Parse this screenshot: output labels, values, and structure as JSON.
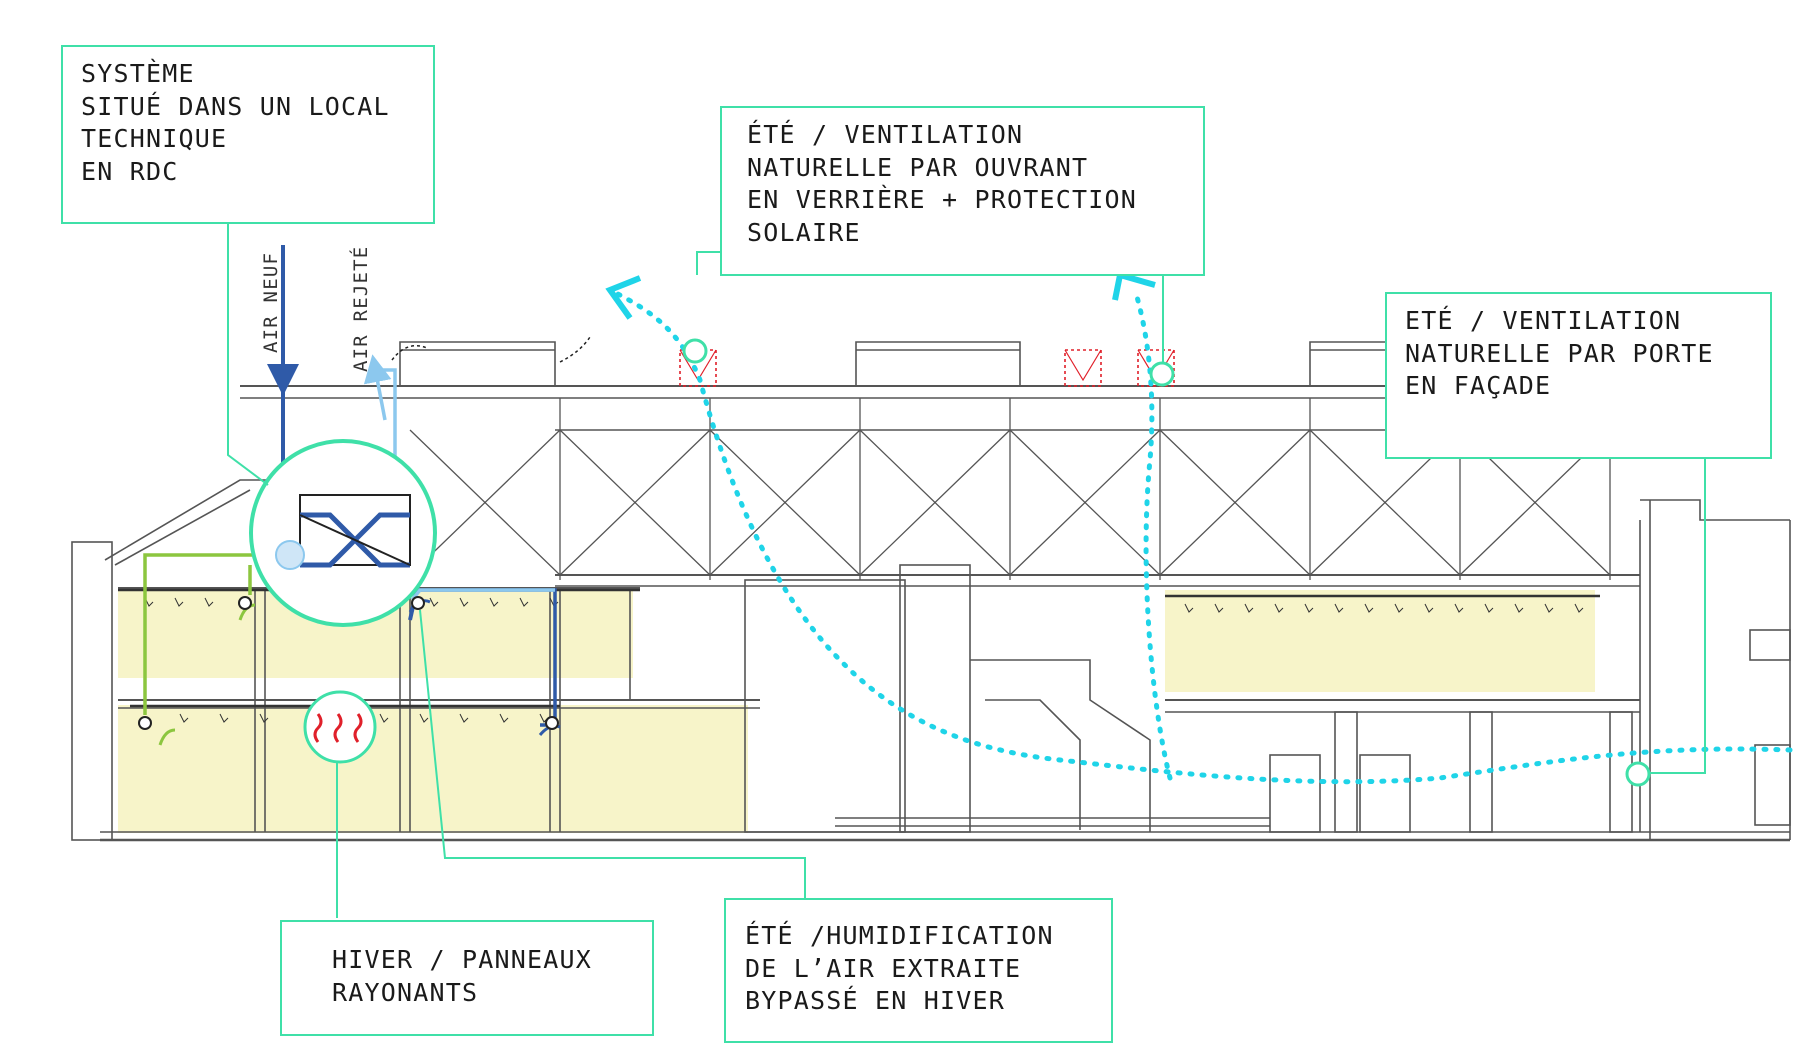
{
  "callouts": {
    "system": "SYSTÈME\nSITUÉ DANS UN LOCAL\nTECHNIQUE\nEN RDC",
    "summer_roof": "ÉTÉ / VENTILATION\nNATURELLE PAR OUVRANT\nEN VERRIÈRE + PROTECTION\nSOLAIRE",
    "summer_door": "ETÉ / VENTILATION\nNATURELLE PAR PORTE\nEN FAÇADE",
    "winter_panels": "HIVER / PANNEAUX\nRAYONANTS",
    "summer_humid": "ÉTÉ /HUMIDIFICATION\nDE L’AIR EXTRAITE\nBYPASSÉ EN HIVER"
  },
  "flow_labels": {
    "fresh_air": "AIR NEUF",
    "exhaust_air": "AIR REJETÉ"
  },
  "colors": {
    "callout_border": "#3fe0a8",
    "natural_ventilation_path": "#1fd4e8",
    "fresh_air_duct": "#2f5aa8",
    "exhaust_air_duct": "#8cc8ee",
    "heating_pipe": "#8cc63f",
    "radiant_heat": "#e0202a",
    "occupied_zone": "#f7f4c9",
    "structure": "#555555"
  }
}
